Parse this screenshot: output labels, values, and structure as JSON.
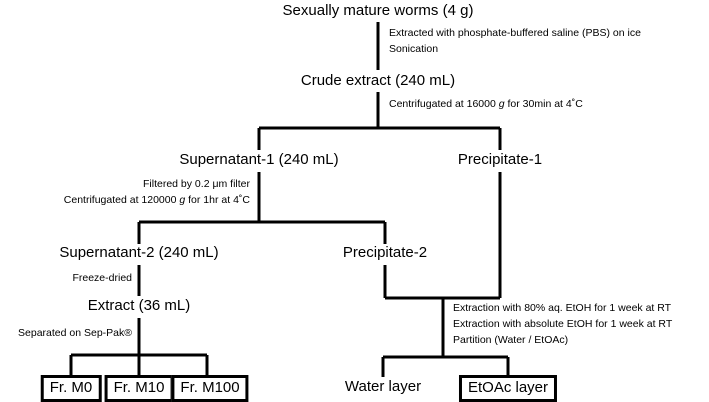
{
  "figure": {
    "type": "flowchart",
    "title": "Extraction and fractionation scheme from sexually mature worms",
    "orientation": "top-down",
    "colors": {
      "background": "#ffffff",
      "line": "#000000",
      "text": "#000000",
      "box_border": "#000000"
    }
  },
  "nodes": {
    "worms": {
      "label": "Sexually mature worms (4 g)",
      "boxed": false
    },
    "crude_extract": {
      "label": "Crude extract (240 mL)",
      "boxed": false
    },
    "supernatant_1": {
      "label": "Supernatant-1 (240 mL)",
      "boxed": false
    },
    "precipitate_1": {
      "label": "Precipitate-1",
      "boxed": false
    },
    "supernatant_2": {
      "label": "Supernatant-2 (240 mL)",
      "boxed": false
    },
    "precipitate_2": {
      "label": "Precipitate-2",
      "boxed": false
    },
    "extract": {
      "label": "Extract (36 mL)",
      "boxed": false
    },
    "fr_m0": {
      "label": "Fr. M0",
      "boxed": true
    },
    "fr_m10": {
      "label": "Fr. M10",
      "boxed": true
    },
    "fr_m100": {
      "label": "Fr. M100",
      "boxed": true
    },
    "water_layer": {
      "label": "Water layer",
      "boxed": false
    },
    "etoac_layer": {
      "label": "EtOAc layer",
      "boxed": true
    }
  },
  "annotations": {
    "extraction_pbs": {
      "line1": "Extracted with phosphate-buffered saline (PBS) on ice",
      "line2": "Sonication"
    },
    "centrifuge_16000": {
      "pre": "Centrifugated at 16000 ",
      "italic": "g",
      "post": " for 30min at 4˚C"
    },
    "filter_and_ultracentrifuge": {
      "line1": "Filtered by 0.2 μm filter",
      "line2_pre": "Centrifugated at 120000 ",
      "line2_italic": "g",
      "line2_post": " for 1hr at 4˚C"
    },
    "freeze_dried": {
      "label": "Freeze-dried"
    },
    "sep_pak": {
      "label": "Separated on Sep-Pak®"
    },
    "etoh_partition": {
      "line1": "Extraction with 80% aq. EtOH for 1 week at RT",
      "line2": "Extraction with absolute EtOH for 1 week at RT",
      "line3": "Partition (Water / EtOAc)"
    }
  }
}
